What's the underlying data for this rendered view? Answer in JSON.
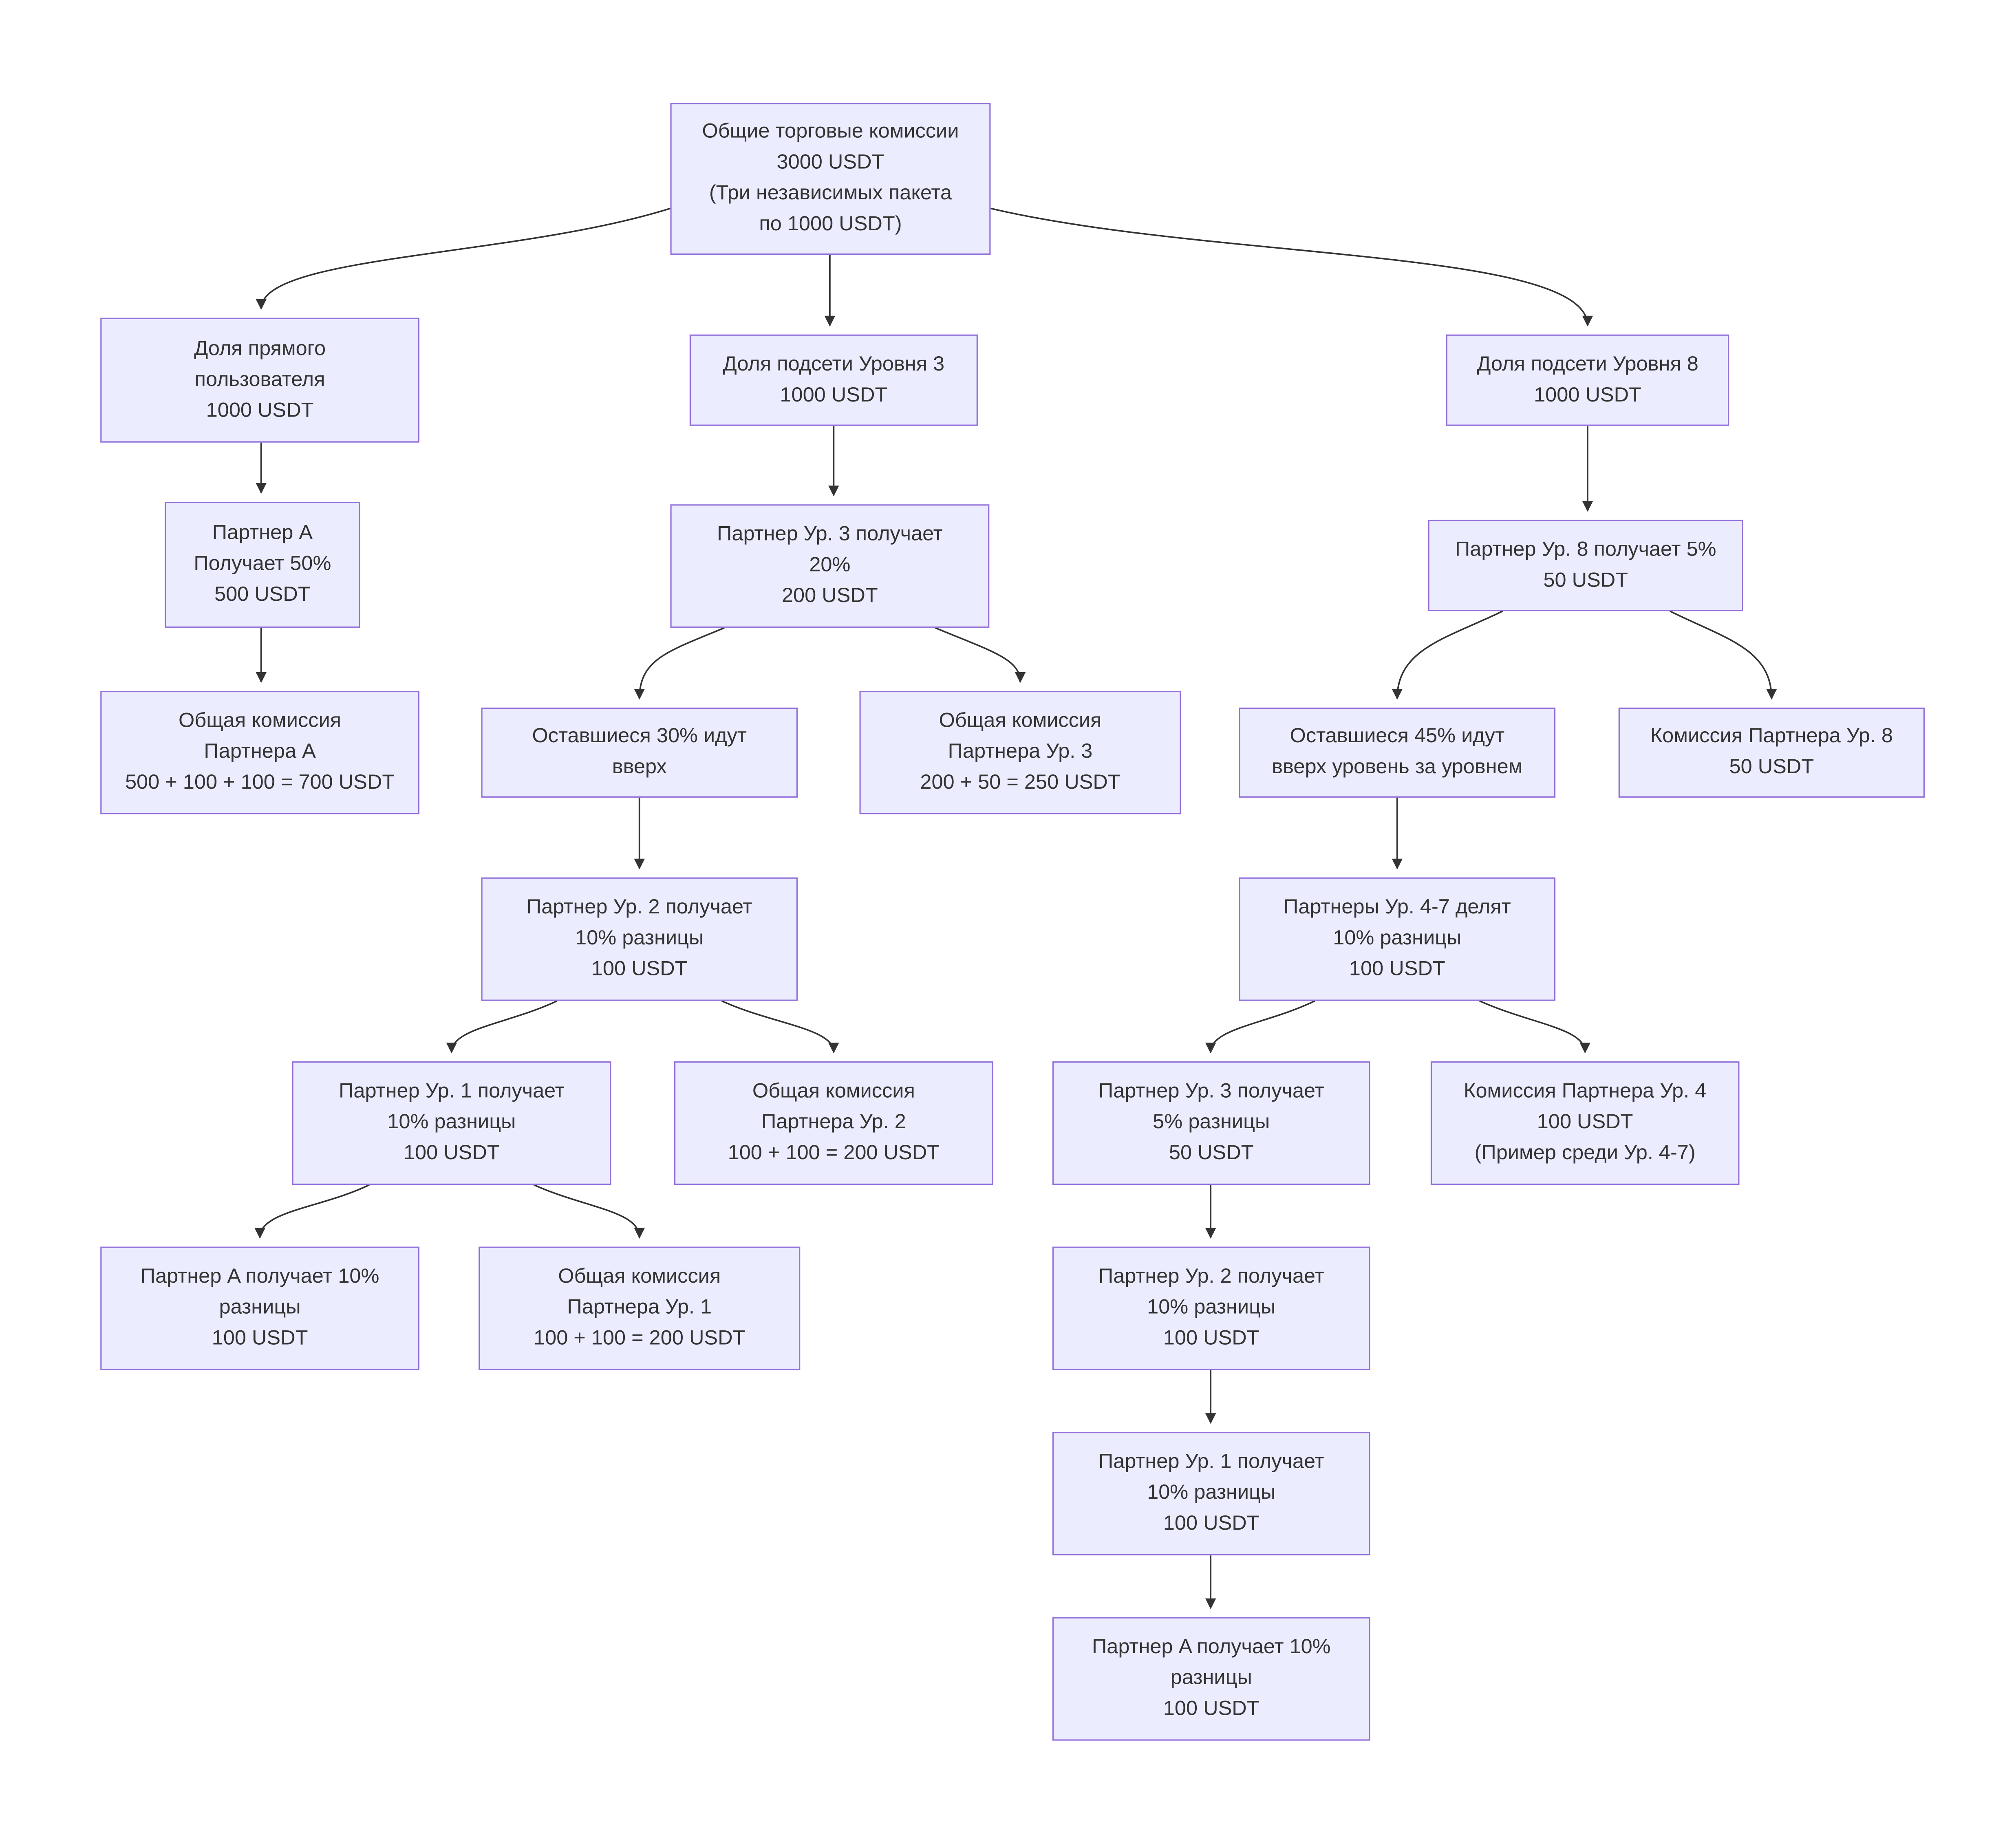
{
  "diagram": {
    "background": "#ffffff",
    "node_fill": "#ECECFF",
    "node_border": "#9370DB",
    "text_color": "#333333",
    "edge_color": "#333333",
    "nodes": {
      "total": "Общие торговые комиссии\n3000 USDT\n(Три независимых пакета\nпо 1000 USDT)",
      "direct_share": "Доля прямого\nпользователя\n1000 USDT",
      "subnet3_share": "Доля подсети Уровня 3\n1000 USDT",
      "subnet8_share": "Доля подсети Уровня 8\n1000 USDT",
      "partner_a_50": "Партнер A\nПолучает 50%\n500 USDT",
      "lvl3_gets20": "Партнер Ур. 3 получает\n20%\n200 USDT",
      "lvl8_gets5": "Партнер Ур. 8 получает 5%\n50 USDT",
      "partner_a_total": "Общая комиссия\nПартнера A\n500 + 100 + 100 = 700 USDT",
      "remaining30": "Оставшиеся 30% идут\nвверх",
      "lvl3_total": "Общая комиссия\nПартнера Ур. 3\n200 + 50 = 250 USDT",
      "remaining45": "Оставшиеся 45% идут\nвверх уровень за уровнем",
      "lvl8_comm": "Комиссия Партнера Ур. 8\n50 USDT",
      "lvl2_gets10_mid": "Партнер Ур. 2 получает\n10% разницы\n100 USDT",
      "lvl47_split": "Партнеры Ур. 4-7 делят\n10% разницы\n100 USDT",
      "lvl1_gets10_mid": "Партнер Ур. 1 получает\n10% разницы\n100 USDT",
      "lvl2_total": "Общая комиссия\nПартнера Ур. 2\n100 + 100 = 200 USDT",
      "lvl3_gets5_right": "Партнер Ур. 3 получает\n5% разницы\n50 USDT",
      "lvl4_comm": "Комиссия Партнера Ур. 4\n100 USDT\n(Пример среди Ур. 4-7)",
      "partner_a_10_mid": "Партнер A получает 10%\nразницы\n100 USDT",
      "lvl1_total": "Общая комиссия\nПартнера Ур. 1\n100 + 100 = 200 USDT",
      "lvl2_gets10_right": "Партнер Ур. 2 получает\n10% разницы\n100 USDT",
      "lvl1_gets10_right": "Партнер Ур. 1 получает\n10% разницы\n100 USDT",
      "partner_a_10_right": "Партнер A получает 10%\nразницы\n100 USDT"
    }
  }
}
